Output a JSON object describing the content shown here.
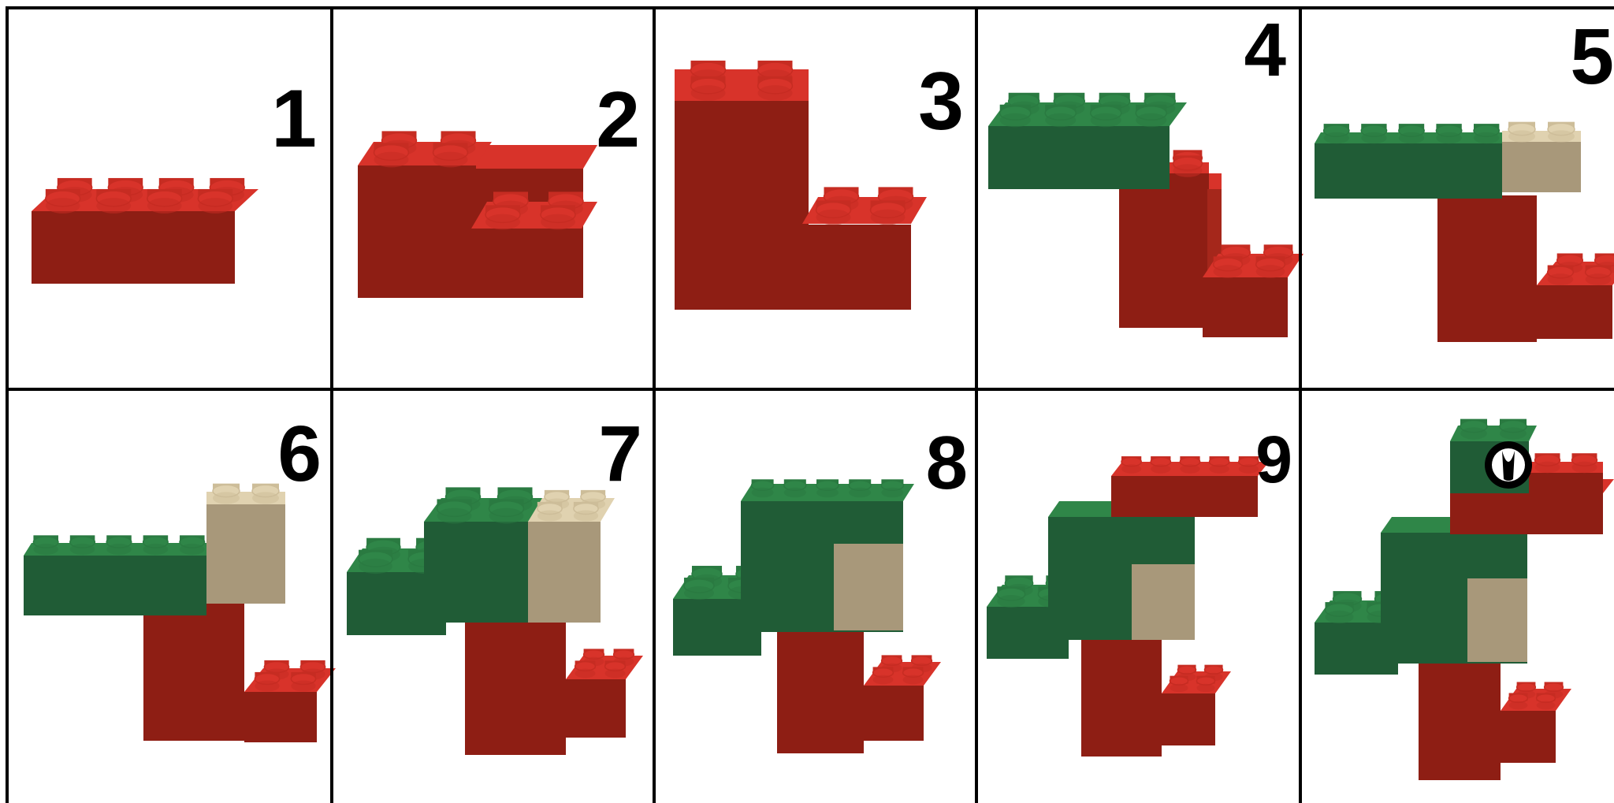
{
  "steps": [
    {
      "label": "1",
      "pieces": [
        "red-2x4-brick"
      ]
    },
    {
      "label": "2",
      "pieces": [
        "red-2x4-brick",
        "red-2x2-brick"
      ]
    },
    {
      "label": "3",
      "pieces": [
        "red-2x4-brick",
        "red-2x2-brick",
        "red-2x2-brick"
      ]
    },
    {
      "label": "4",
      "pieces": [
        "red-2x4-brick",
        "red-2x2-brick",
        "red-2x2-brick",
        "green-2x4-brick"
      ]
    },
    {
      "label": "5",
      "pieces": [
        "red-2x4-brick",
        "red-2x2-brick",
        "red-2x2-brick",
        "green-2x4-brick",
        "tan-2x2-brick"
      ]
    },
    {
      "label": "6",
      "pieces": [
        "red-2x4-brick",
        "red-2x2-brick",
        "red-2x2-brick",
        "green-2x4-brick",
        "tan-2x2-brick"
      ]
    },
    {
      "label": "7",
      "pieces": [
        "red-2x4-brick",
        "red-2x2-brick",
        "green-2x4-brick",
        "green-2x2-brick",
        "tan-2x2-brick"
      ]
    },
    {
      "label": "8",
      "pieces": [
        "red-2x4-brick",
        "red-2x2-brick",
        "green-2x4-brick",
        "green-2x4-brick",
        "tan-2x2-brick"
      ]
    },
    {
      "label": "9",
      "pieces": [
        "red-2x4-brick",
        "red-2x2-brick",
        "green-2x4-brick",
        "green-2x4-brick",
        "tan-2x2-brick",
        "red-2x4-brick"
      ]
    },
    {
      "label": "",
      "pieces": [
        "red-2x4-brick",
        "red-2x2-brick",
        "green-2x4-brick",
        "green-2x4-brick",
        "tan-2x2-brick",
        "red-2x4-brick",
        "green-2x2-brick",
        "eye-tile"
      ]
    }
  ],
  "colors": {
    "red_front": "#8e1e14",
    "red_side": "#a5271b",
    "red_top": "#d8332a",
    "red_stud": "#c62c22",
    "green_front": "#205c36",
    "green_side": "#26703f",
    "green_top": "#2f8648",
    "green_stud": "#2a7a41",
    "tan_front": "#a8987a",
    "tan_side": "#b8a888",
    "tan_top": "#e0d2b0",
    "tan_stud": "#cdbd99",
    "grid_line": "#000000",
    "eye_white": "#ffffff",
    "eye_black": "#000000"
  }
}
